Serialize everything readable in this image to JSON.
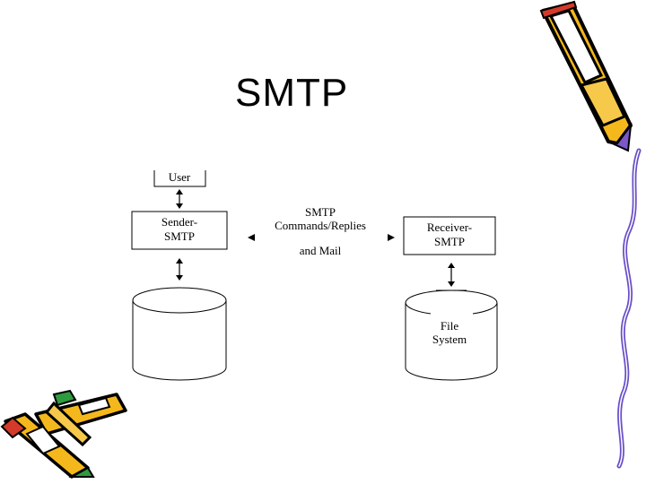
{
  "title": "SMTP",
  "diagram": {
    "user_box": "User",
    "sender_line1": "Sender-",
    "sender_line2": "SMTP",
    "middle_line1": "SMTP",
    "middle_line2": "Commands/Replies",
    "middle_line3": "and Mail",
    "receiver_line1": "Receiver-",
    "receiver_line2": "SMTP",
    "fs_line1": "File",
    "fs_line2": "System"
  },
  "colors": {
    "stroke": "#000000",
    "pencil_body": "#f5b81c",
    "pencil_outline": "#000000",
    "pencil_tip": "#7b57c9",
    "eraser": "#d43a2a",
    "cap_green": "#2e9b3e"
  }
}
